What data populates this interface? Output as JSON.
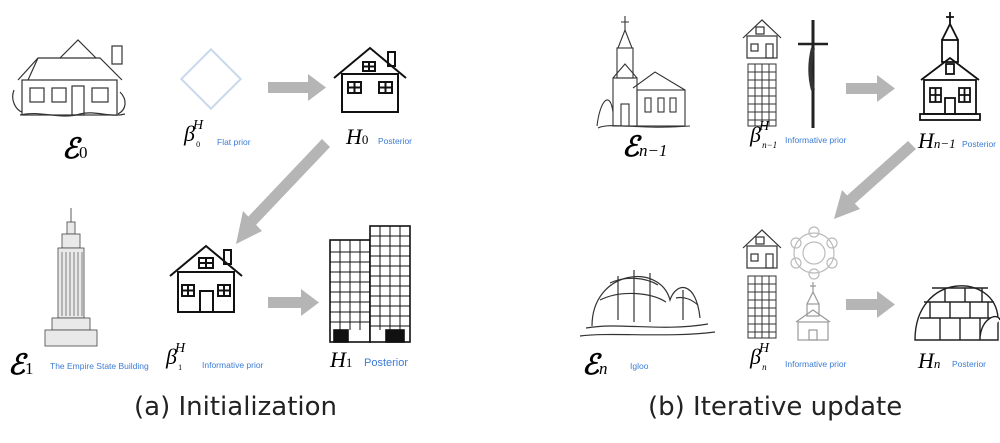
{
  "panel_a": {
    "caption": "(a) Initialization",
    "eps0_symbol": "ℰ",
    "eps0_sub": "0",
    "beta0_symbol": "β",
    "beta0_sup": "H",
    "beta0_sub": "0",
    "beta0_note": "Flat prior",
    "h0_symbol": "H",
    "h0_sub": "0",
    "h0_note": "Posterior",
    "eps1_symbol": "ℰ",
    "eps1_sub": "1",
    "eps1_note": "The Empire State Building",
    "beta1_symbol": "β",
    "beta1_sup": "H",
    "beta1_sub": "1",
    "beta1_note": "Informative prior",
    "h1_symbol": "H",
    "h1_sub": "1",
    "h1_note": "Posterior"
  },
  "panel_b": {
    "caption": "(b) Iterative update",
    "epsn1_symbol": "ℰ",
    "epsn1_sub": "n−1",
    "betan1_symbol": "β",
    "betan1_sup": "H",
    "betan1_sub": "n−1",
    "betan1_note": "Informative prior",
    "hn1_symbol": "H",
    "hn1_sub": "n−1",
    "hn1_note": "Posterior",
    "epsn_symbol": "ℰ",
    "epsn_sub": "n",
    "epsn_note": "Igloo",
    "betan_symbol": "β",
    "betan_sup": "H",
    "betan_sub": "n",
    "betan_note": "Informative prior",
    "hn_symbol": "H",
    "hn_sub": "n",
    "hn_note": "Posterior"
  },
  "colors": {
    "arrow": "#b5b5b5",
    "note_text": "#3a7bd5",
    "flat_prior_diamond": "#c9d9ec"
  }
}
